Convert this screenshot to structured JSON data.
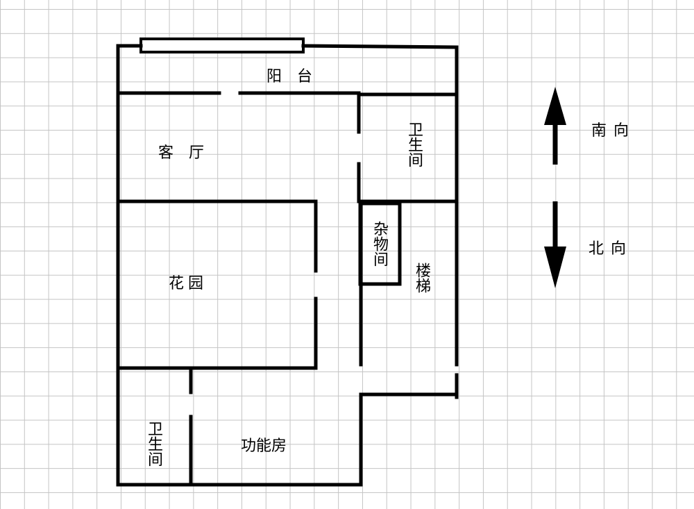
{
  "rooms": {
    "balcony": "阳台",
    "living_room": "客厅",
    "bathroom_top": "卫生间",
    "storage": "杂物间",
    "garden": "花园",
    "stairs": "楼梯",
    "bathroom_bottom": "卫生间",
    "function_room": "功能房"
  },
  "compass": {
    "south": "南向",
    "north": "北向"
  }
}
